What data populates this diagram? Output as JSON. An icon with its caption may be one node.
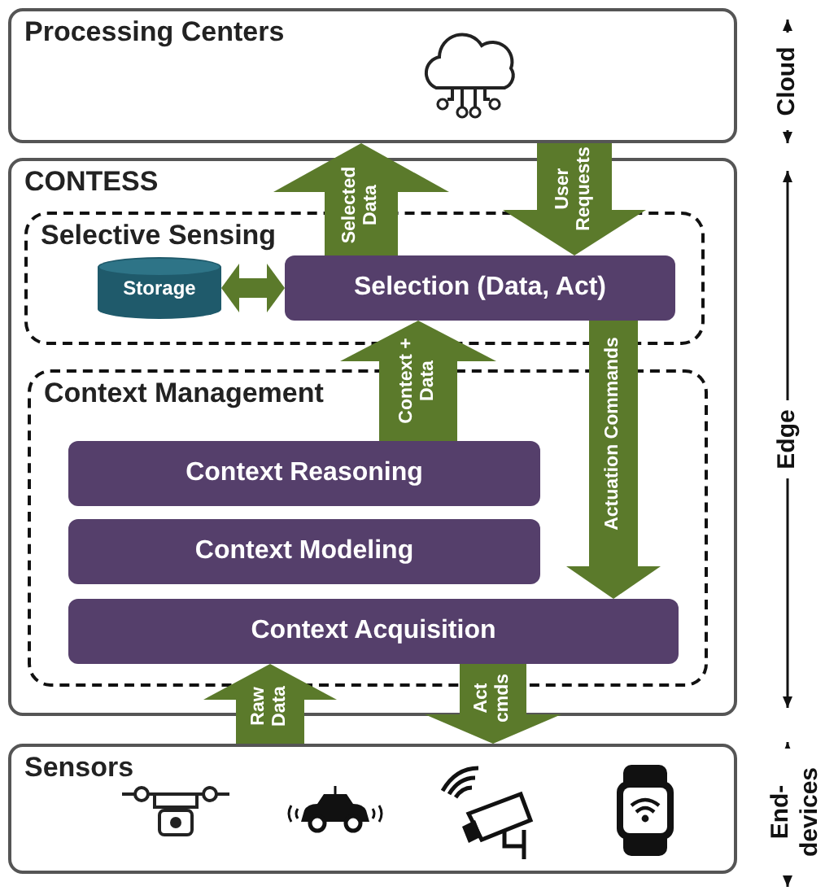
{
  "diagram": {
    "nodes": [
      {
        "text": [
          "Processing Centers"
        ]
      },
      {
        "text": [
          "CONTESS"
        ]
      },
      {
        "text": [
          "Selective Sensing"
        ],
        "in": 1
      },
      {
        "text": [
          "Storage"
        ],
        "in": 2
      },
      {
        "text": [
          "Selection (Data, Act)"
        ],
        "in": 2
      },
      {
        "text": [
          "Context Management"
        ],
        "in": 1
      },
      {
        "text": [
          "Context Reasoning"
        ],
        "in": 5
      },
      {
        "text": [
          "Context Modeling"
        ],
        "in": 5
      },
      {
        "text": [
          "Context Acquisition"
        ],
        "in": 5
      },
      {
        "text": [
          "Sensors"
        ]
      }
    ],
    "edges": [
      {
        "from": 4,
        "to": 0,
        "arrow": "to",
        "label": "Selected Data"
      },
      {
        "from": 0,
        "to": 4,
        "arrow": "to",
        "label": "User Requests"
      },
      {
        "from": 3,
        "to": 4,
        "arrow": "both"
      },
      {
        "from": 6,
        "to": 4,
        "arrow": "to",
        "label": "Context + Data"
      },
      {
        "from": 4,
        "to": 8,
        "arrow": "to",
        "label": "Actuation Commands"
      },
      {
        "from": 9,
        "to": 8,
        "arrow": "to",
        "label": "Raw Data"
      },
      {
        "from": 8,
        "to": 9,
        "arrow": "to",
        "label": "Act cmds"
      }
    ],
    "labels": [
      "Cloud",
      "Edge",
      "End-devices"
    ]
  }
}
